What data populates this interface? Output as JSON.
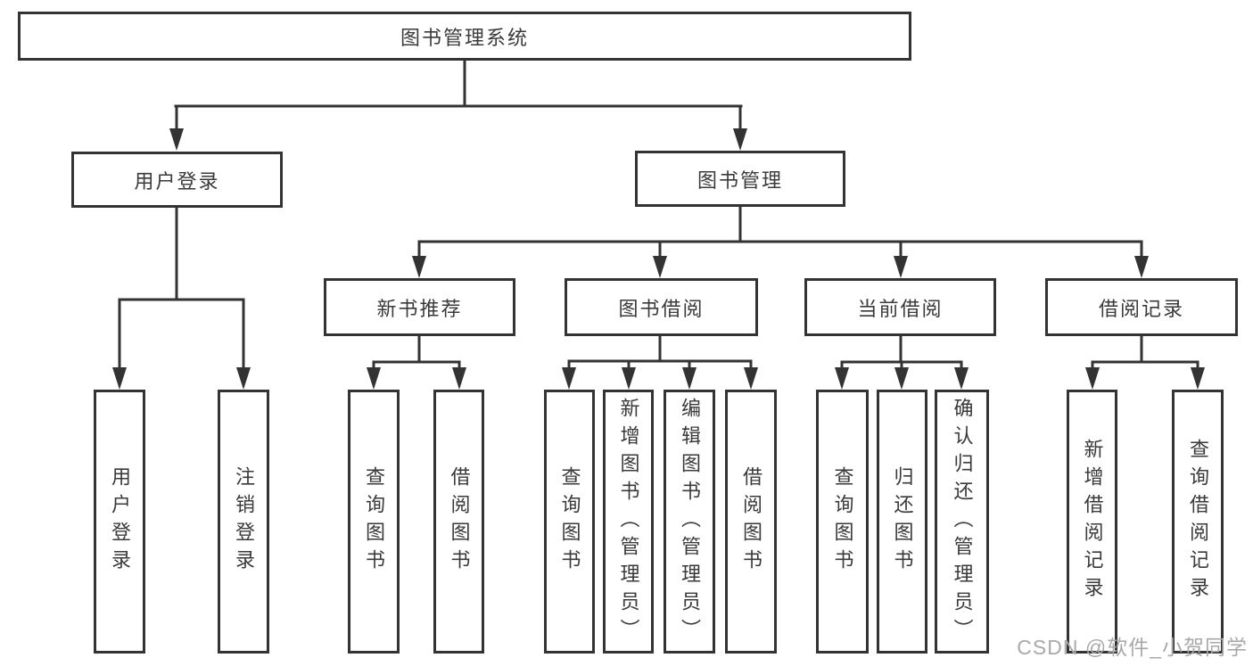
{
  "title": "图书管理系统",
  "level2": [
    "用户登录",
    "图书管理"
  ],
  "level3": [
    "新书推荐",
    "图书借阅",
    "当前借阅",
    "借阅记录"
  ],
  "leaf_groups": [
    {
      "parent": "用户登录",
      "leaves": [
        "用户登录",
        "注销登录"
      ]
    },
    {
      "parent": "新书推荐",
      "leaves": [
        "查询图书",
        "借阅图书"
      ]
    },
    {
      "parent": "图书借阅",
      "leaves": [
        "查询图书",
        "新增图书（管理员）",
        "编辑图书（管理员）",
        "借阅图书"
      ]
    },
    {
      "parent": "当前借阅",
      "leaves": [
        "查询图书",
        "归还图书",
        "确认归还（管理员）"
      ]
    },
    {
      "parent": "借阅记录",
      "leaves": [
        "新增借阅记录",
        "查询借阅记录"
      ]
    }
  ],
  "watermark": "CSDN @软件_小贺同学",
  "colors": {
    "line": "#333333",
    "text": "#3a3a3a",
    "watermark": "#a9a9a9",
    "background": "#ffffff"
  }
}
